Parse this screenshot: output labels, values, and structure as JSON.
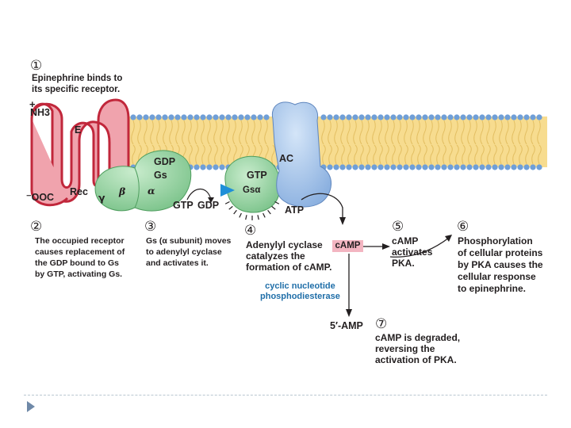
{
  "steps": {
    "s1": {
      "number": "①",
      "text": "Epinephrine binds to\nits specific receptor."
    },
    "s2": {
      "number": "②",
      "text": "The occupied receptor\ncauses replacement of\nthe GDP bound to Gs\nby GTP, activating Gs."
    },
    "s3": {
      "number": "③",
      "text": "Gs (α subunit) moves\nto adenylyl cyclase\nand activates it."
    },
    "s4": {
      "number": "④",
      "text": "Adenylyl cyclase\ncatalyzes the\nformation of cAMP."
    },
    "s5": {
      "number": "⑤",
      "text": "cAMP\nactivates\nPKA."
    },
    "s6": {
      "number": "⑥",
      "text": "Phosphorylation\nof cellular proteins\nby PKA causes the\ncellular response\nto epinephrine."
    },
    "s7": {
      "number": "⑦",
      "text": "cAMP is degraded,\nreversing the\nactivation of PKA."
    }
  },
  "labels": {
    "nh3": "NH3",
    "plus": "+",
    "cooh": "⁻OOC",
    "e": "E",
    "rec": "Rec",
    "gamma": "γ",
    "beta": "β",
    "alpha": "α",
    "gdp_bound": "GDP",
    "gs": "Gs",
    "ac": "AC",
    "gtp_bound": "GTP",
    "gs_alpha": "Gsα",
    "gtp": "GTP",
    "gdp": "GDP",
    "atp": "ATP",
    "camp": "cAMP",
    "five_amp": "5′-AMP",
    "pde": "cyclic nucleotide\nphosphodiesterase"
  },
  "colors": {
    "membrane_fill": "#f7dc8f",
    "membrane_heads": "#6f9fd8",
    "receptor": "#f0a3ad",
    "receptor_stroke": "#c1273b",
    "gprotein": "#9fd6a8",
    "adenylyl_cyclase": "#a9c6ec",
    "camp_highlight": "#f3b5c1",
    "pde_text": "#1f6ea8"
  }
}
